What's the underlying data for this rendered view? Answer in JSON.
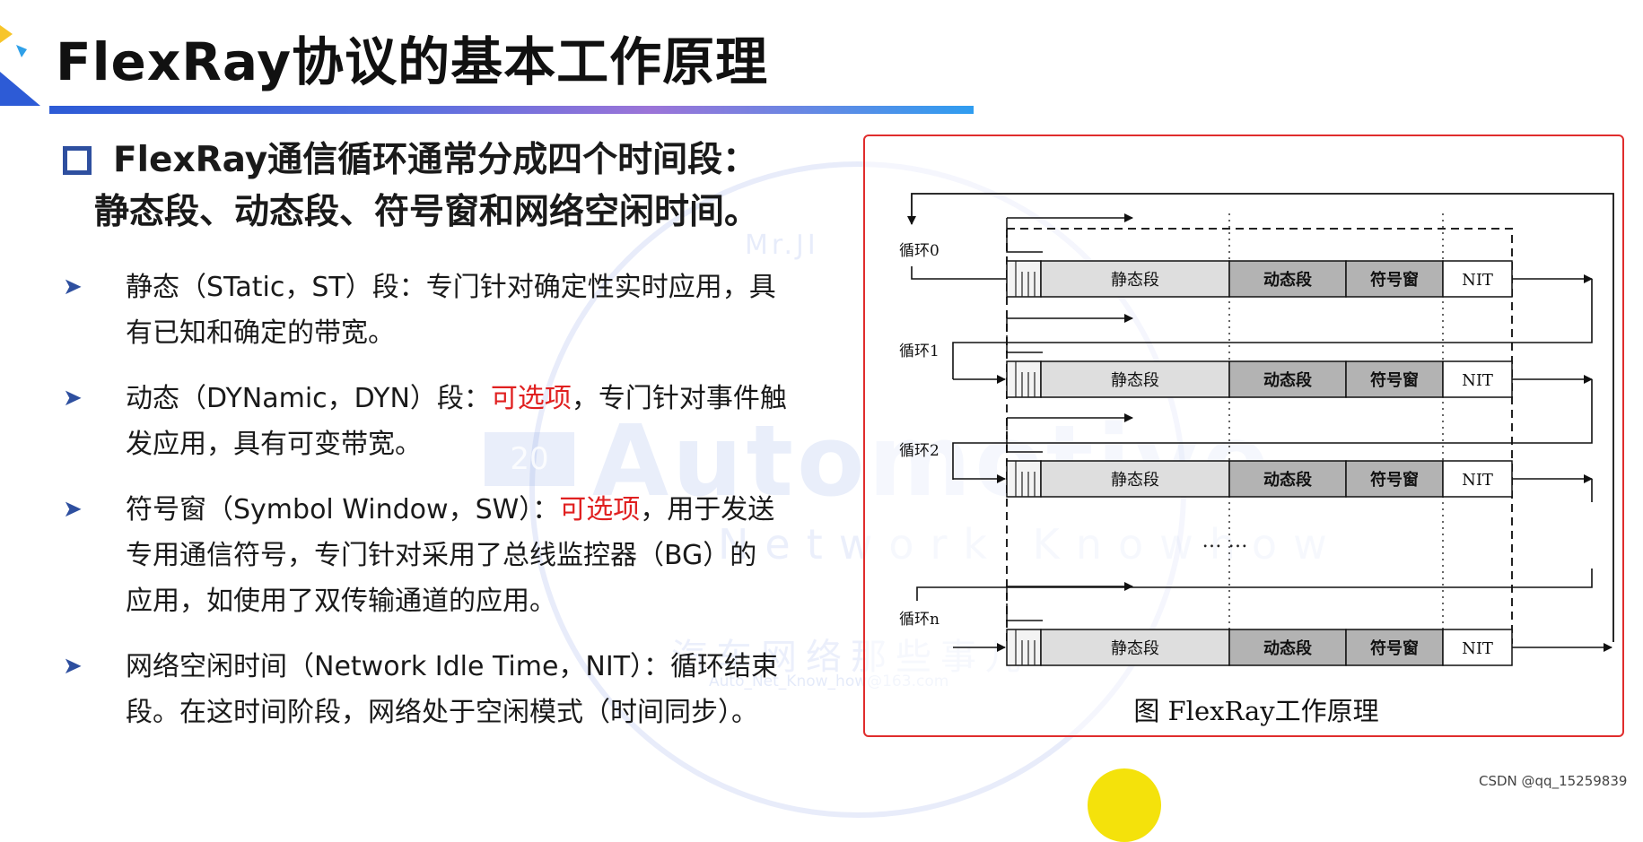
{
  "header": {
    "title": "FlexRay协议的基本工作原理"
  },
  "intro": {
    "line1": "FlexRay通信循环通常分成四个时间段：",
    "line2": "静态段、动态段、符号窗和网络空闲时间。"
  },
  "bullets": [
    {
      "line1": "静态（STatic，ST）段：专门针对确定性实时应用，具",
      "line2": "有已知和确定的带宽。"
    },
    {
      "pre": "动态（DYNamic，DYN）段：",
      "highlight": "可选项",
      "post": "，专门针对事件触",
      "line2": "发应用，具有可变带宽。"
    },
    {
      "pre": "符号窗（Symbol Window，SW）：",
      "highlight": "可选项",
      "post": "，用于发送",
      "line2": "专用通信符号，专门针对采用了总线监控器（BG）的",
      "line3": "应用，如使用了双传输通道的应用。"
    },
    {
      "line1": "网络空闲时间（Network Idle Time，NIT）：循环结束",
      "line2": "段。在这时间阶段，网络处于空闲模式（时间同步）。"
    }
  ],
  "figure": {
    "cycles": [
      "循环0",
      "循环1",
      "循环2",
      "循环n"
    ],
    "segments": {
      "static": "静态段",
      "dynamic": "动态段",
      "symbol": "符号窗",
      "nit": "NIT"
    },
    "ellipsis": "… …",
    "caption": "图 FlexRay工作原理"
  },
  "watermark": {
    "badge": "20",
    "brand": "Automotive",
    "sub": "Network Knowhow",
    "name": "Mr.JI",
    "cn": "汽车网络那些事儿",
    "email": "Auto_Net_Know_how@163.com"
  },
  "credit": "CSDN @qq_15259839",
  "colors": {
    "accent_blue": "#2e4f9f",
    "highlight_red": "#e02020",
    "frame_red": "#e02d2d",
    "segment_dark": "#b3b3b3",
    "segment_light": "#dedede"
  }
}
